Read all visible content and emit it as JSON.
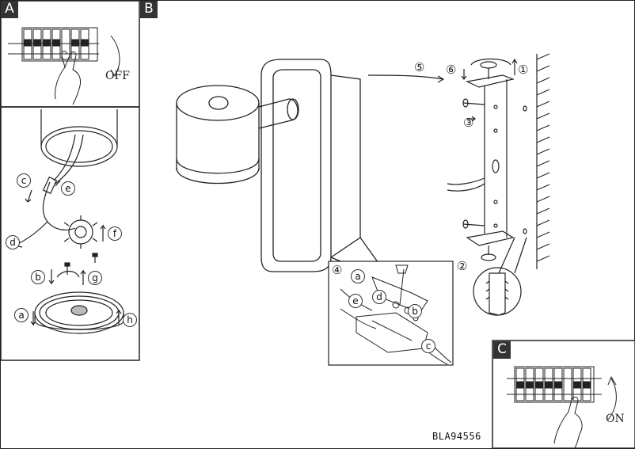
{
  "panels": {
    "a": {
      "tag": "A",
      "off_label": "OFF"
    },
    "b": {
      "tag": "B"
    },
    "c": {
      "tag": "C",
      "on_label": "ON"
    }
  },
  "step_labels": {
    "c": "c",
    "e": "e",
    "d": "d",
    "f": "f",
    "b": "b",
    "g": "g",
    "a": "a",
    "h": "h"
  },
  "numbered_steps": {
    "one": "①",
    "two": "②",
    "three": "③",
    "four": "④",
    "five": "⑤",
    "six": "⑥"
  },
  "detail_labels": {
    "a": "a",
    "b": "b",
    "c": "c",
    "d": "d",
    "e": "e"
  },
  "product_code": "BLA94556"
}
